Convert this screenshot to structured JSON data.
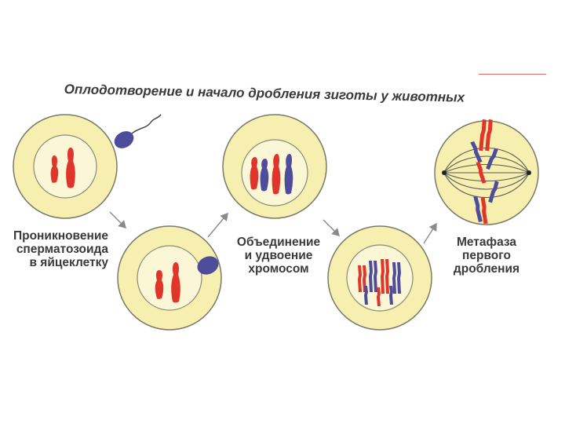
{
  "title": "Оплодотворение и начало дробления зиготы у животных",
  "labels": {
    "step1": [
      "Проникновение",
      "сперматозоида",
      "в яйцеклетку"
    ],
    "step2": [
      "Объединение",
      "и удвоение",
      "хромосом"
    ],
    "step3": [
      "Метафаза",
      "первого",
      "дробления"
    ]
  },
  "colors": {
    "cell_fill": "#f7efb0",
    "nucleus_fill": "#fbf6d6",
    "outline": "#7a7a6a",
    "maternal_chromosome": "#e0352b",
    "paternal_chromosome": "#4d4d9c",
    "sperm": "#4d4d9c",
    "arrow": "#8a8a8a"
  }
}
